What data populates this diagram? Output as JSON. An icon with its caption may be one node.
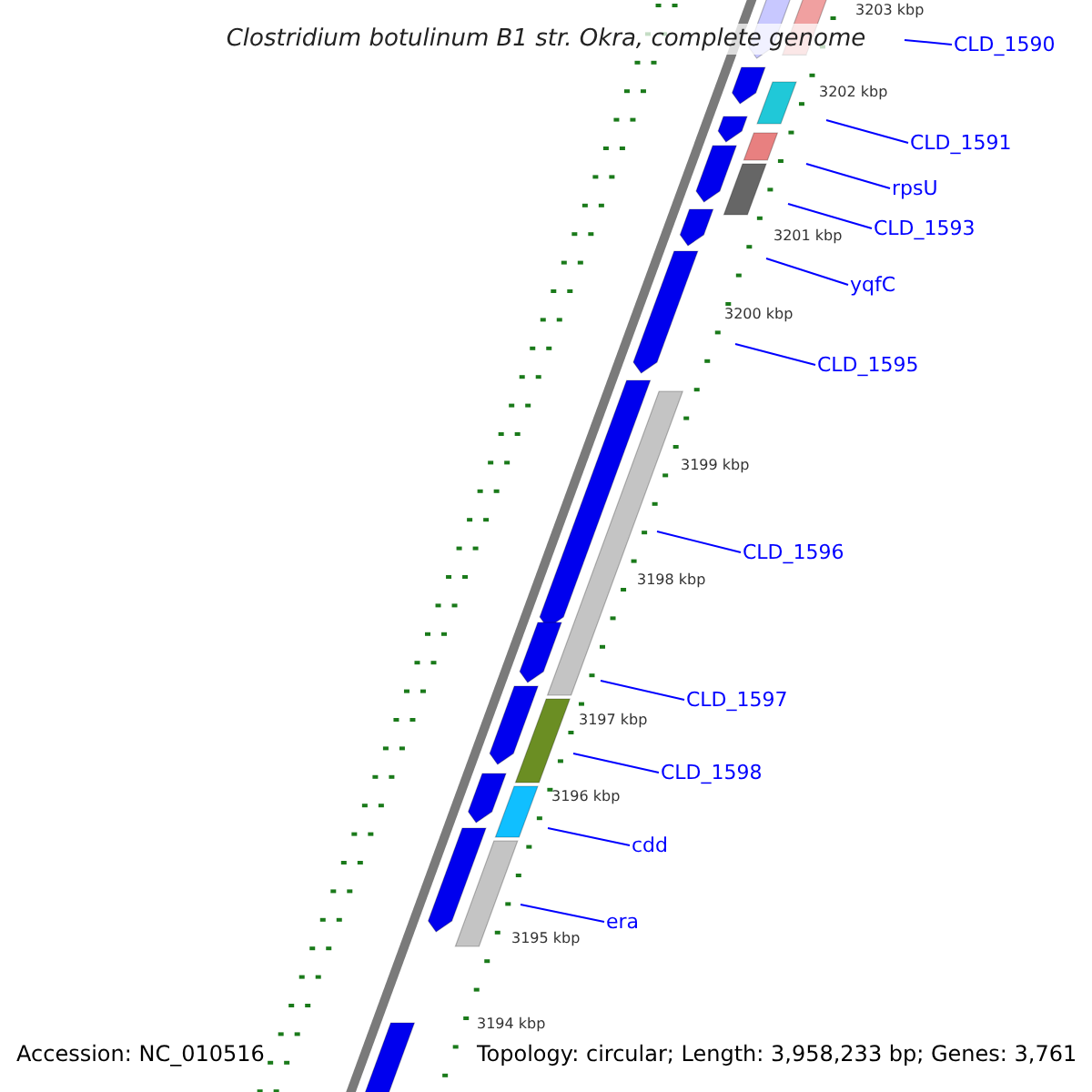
{
  "diagram": {
    "title": "Clostridium botulinum B1 str. Okra, complete genome",
    "nodes": [
      {
        "text": [
          "CLD_1590"
        ]
      },
      {
        "text": [
          "CLD_1591"
        ]
      },
      {
        "text": [
          "rpsU"
        ]
      },
      {
        "text": [
          "CLD_1593"
        ]
      },
      {
        "text": [
          "yqfC"
        ]
      },
      {
        "text": [
          "CLD_1595"
        ]
      },
      {
        "text": [
          "CLD_1596"
        ]
      },
      {
        "text": [
          "CLD_1597"
        ]
      },
      {
        "text": [
          "CLD_1598"
        ]
      },
      {
        "text": [
          "cdd"
        ]
      },
      {
        "text": [
          "era"
        ]
      }
    ],
    "edges": [
      {
        "from": 0,
        "to": null,
        "arrow": "none"
      },
      {
        "from": 1,
        "to": null,
        "arrow": "none"
      },
      {
        "from": 2,
        "to": null,
        "arrow": "none"
      },
      {
        "from": 3,
        "to": null,
        "arrow": "none"
      },
      {
        "from": 4,
        "to": null,
        "arrow": "none"
      },
      {
        "from": 5,
        "to": null,
        "arrow": "none"
      },
      {
        "from": 6,
        "to": null,
        "arrow": "none"
      },
      {
        "from": 7,
        "to": null,
        "arrow": "none"
      },
      {
        "from": 8,
        "to": null,
        "arrow": "none"
      },
      {
        "from": 9,
        "to": null,
        "arrow": "none"
      },
      {
        "from": 10,
        "to": null,
        "arrow": "none"
      }
    ],
    "labels": [
      "3203 kbp",
      "3202 kbp",
      "3201 kbp",
      "3200 kbp",
      "3199 kbp",
      "3198 kbp",
      "3197 kbp",
      "3196 kbp",
      "3195 kbp",
      "3194 kbp",
      "Accession: NC_010516",
      "Topology: circular; Length: 3,958,233 bp; Genes: 3,761"
    ]
  }
}
